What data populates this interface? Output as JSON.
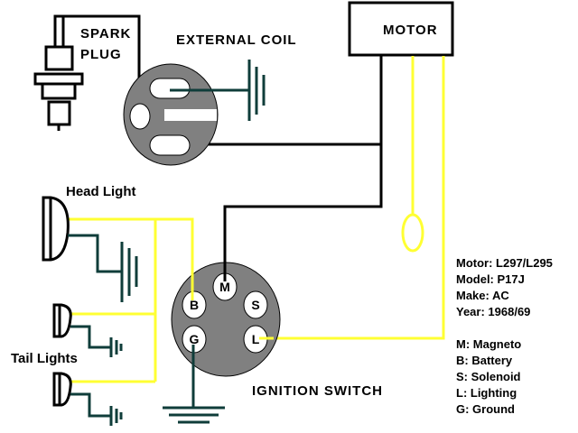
{
  "labels": {
    "spark_plug_line1": "SPARK",
    "spark_plug_line2": "PLUG",
    "external_coil": "EXTERNAL COIL",
    "motor": "MOTOR",
    "head_light": "Head Light",
    "tail_lights": "Tail Lights",
    "ignition_switch": "IGNITION SWITCH"
  },
  "specs": [
    "Motor:  L297/L295",
    "Model: P17J",
    "Make: AC",
    "Year: 1968/69"
  ],
  "legend": [
    {
      "key": "M",
      "text": "M: Magneto"
    },
    {
      "key": "B",
      "text": "B: Battery"
    },
    {
      "key": "S",
      "text": "S: Solenoid"
    },
    {
      "key": "L",
      "text": "L: Lighting"
    },
    {
      "key": "G",
      "text": "G: Ground"
    }
  ],
  "switch_pins": {
    "M": "M",
    "B": "B",
    "S": "S",
    "L": "L",
    "G": "G"
  },
  "colors": {
    "hot_wire": "#000000",
    "lighting_wire": "#ffff33",
    "ground_wire": "#0f3d3a",
    "component_fill": "#808080"
  }
}
